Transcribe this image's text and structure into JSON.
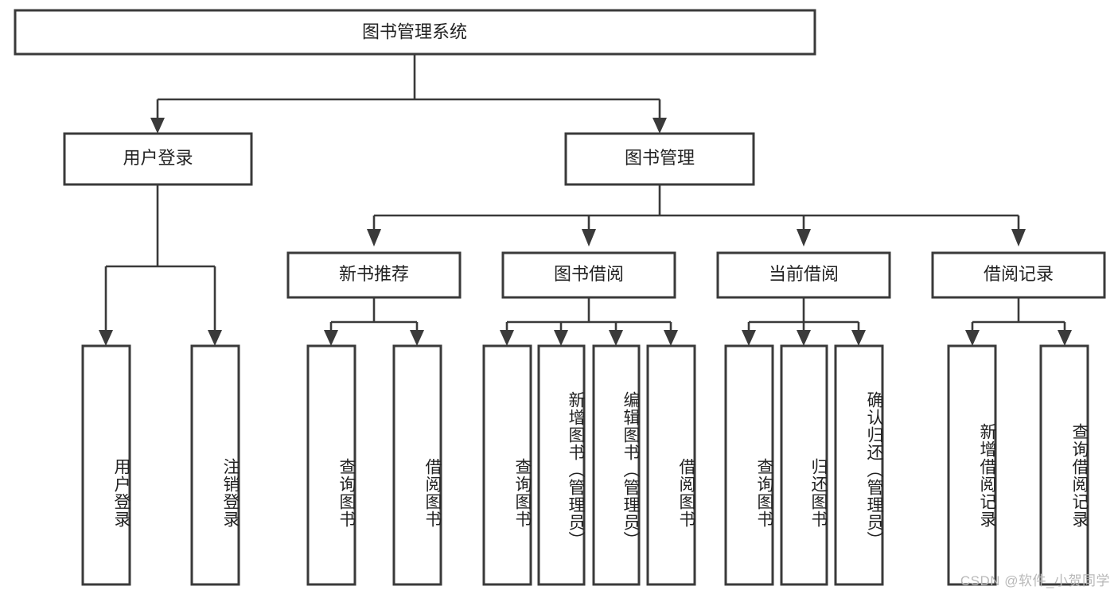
{
  "diagram": {
    "type": "tree-hierarchy-chart",
    "title": "图书管理系统",
    "watermark": "CSDN @软件_小贺同学",
    "colors": {
      "stroke": "#3a3a3a",
      "fill": "#ffffff",
      "text": "#222222",
      "watermark": "#b9b9b9"
    },
    "levels": {
      "root": {
        "label": "图书管理系统"
      },
      "level2": [
        {
          "label": "用户登录"
        },
        {
          "label": "图书管理"
        }
      ],
      "level3": [
        {
          "label": "新书推荐"
        },
        {
          "label": "图书借阅"
        },
        {
          "label": "当前借阅"
        },
        {
          "label": "借阅记录"
        }
      ],
      "leaves": {
        "user_login": [
          {
            "label": "用户登录"
          },
          {
            "label": "注销登录"
          }
        ],
        "new_book_recommend": [
          {
            "label": "查询图书"
          },
          {
            "label": "借阅图书"
          }
        ],
        "book_borrow": [
          {
            "label": "查询图书"
          },
          {
            "label": "新增图书（管理员）"
          },
          {
            "label": "编辑图书（管理员）"
          },
          {
            "label": "借阅图书"
          }
        ],
        "current_borrow": [
          {
            "label": "查询图书"
          },
          {
            "label": "归还图书"
          },
          {
            "label": "确认归还（管理员）"
          }
        ],
        "borrow_record": [
          {
            "label": "新增借阅记录"
          },
          {
            "label": "查询借阅记录"
          }
        ]
      }
    }
  }
}
